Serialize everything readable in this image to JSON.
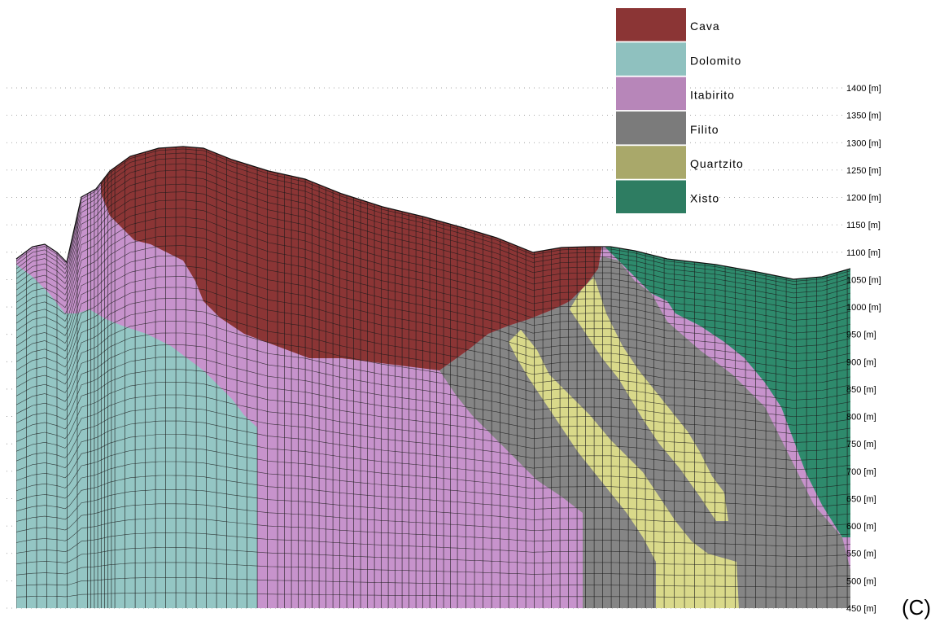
{
  "figure": {
    "panel_label": "(C)",
    "elevation_unit": "[m]",
    "elevations": [
      1400,
      1350,
      1300,
      1250,
      1200,
      1150,
      1100,
      1050,
      1000,
      950,
      900,
      850,
      800,
      750,
      700,
      650,
      600,
      550,
      500,
      450
    ],
    "legend": [
      {
        "name": "Cava",
        "color": "#8b3535"
      },
      {
        "name": "Dolomito",
        "color": "#8fc1bf"
      },
      {
        "name": "Itabirito",
        "color": "#b786b9"
      },
      {
        "name": "Filito",
        "color": "#7b7b7b"
      },
      {
        "name": "Quartzito",
        "color": "#a9a86a"
      },
      {
        "name": "Xisto",
        "color": "#2e7d62"
      }
    ],
    "layer_colors": {
      "cava": "#8b3535",
      "dolomito": "#94c6c4",
      "itabirito": "#c793cc",
      "filito": "#858585",
      "quartzito": "#d9d98a",
      "xisto": "#2e8a6c"
    }
  }
}
